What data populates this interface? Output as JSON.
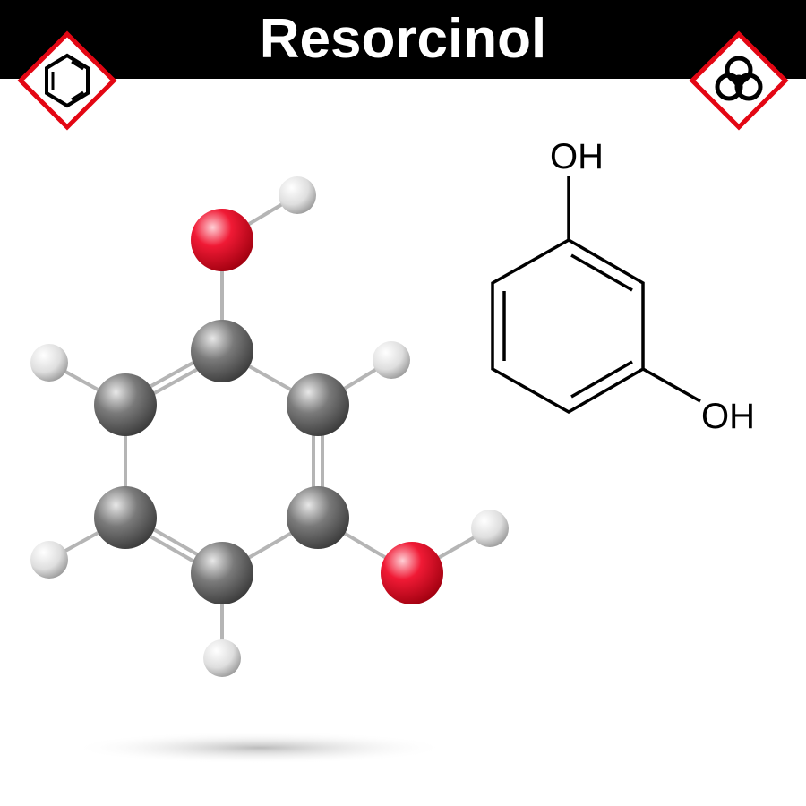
{
  "title": "Resorcinol",
  "icons": {
    "left": "benzene-hazard-icon",
    "right": "biohazard-icon"
  },
  "colors": {
    "banner": "#000000",
    "hazard_border": "#e30613",
    "oxygen": "#e8102a",
    "carbon": "#666666",
    "hydrogen": "#dddddd"
  },
  "structure": {
    "top_group": "OH",
    "bottom_group": "OH"
  }
}
